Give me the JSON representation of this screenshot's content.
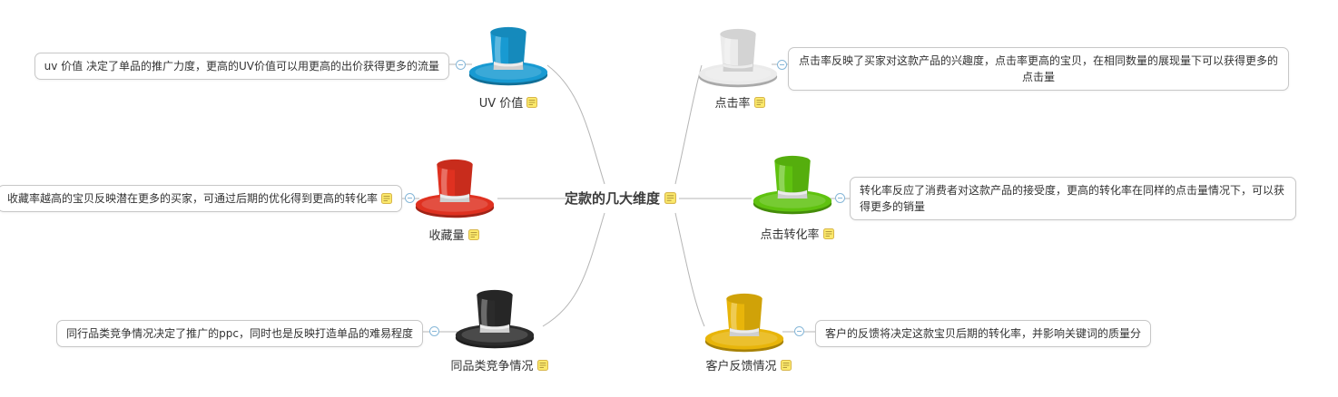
{
  "canvas": {
    "background": "#ffffff"
  },
  "central_topic": {
    "label": "定款的几大维度",
    "icon": "notes-icon"
  },
  "branches": [
    {
      "id": "uv-value",
      "label": "UV 价值",
      "icon": "top-hat-icon",
      "hat_color": "#189ad2",
      "note": "uv 价值 决定了单品的推广力度，更高的UV价值可以用更高的出价获得更多的流量"
    },
    {
      "id": "click-rate",
      "label": "点击率",
      "icon": "top-hat-icon",
      "hat_color": "#ebebeb",
      "note": "点击率反映了买家对这款产品的兴趣度，点击率更高的宝贝，在相同数量的展现量下可以获得更多的点击量"
    },
    {
      "id": "favorites",
      "label": "收藏量",
      "icon": "top-hat-icon",
      "hat_color": "#df3120",
      "note": "收藏率越高的宝贝反映潜在更多的买家，可通过后期的优化得到更高的转化率"
    },
    {
      "id": "click-conversion",
      "label": "点击转化率",
      "icon": "top-hat-icon",
      "hat_color": "#5fc20f",
      "note": "转化率反应了消费者对这款产品的接受度，更高的转化率在同样的点击量情况下，可以获得更多的销量"
    },
    {
      "id": "category-competition",
      "label": "同品类竞争情况",
      "icon": "top-hat-icon",
      "hat_color": "#2b2b2b",
      "note": "同行品类竞争情况决定了推广的ppc，同时也是反映打造单品的难易程度"
    },
    {
      "id": "customer-feedback",
      "label": "客户反馈情况",
      "icon": "top-hat-icon",
      "hat_color": "#e8b50a",
      "note": "客户的反馈将决定这款宝贝后期的转化率，并影响关键词的质量分"
    }
  ]
}
